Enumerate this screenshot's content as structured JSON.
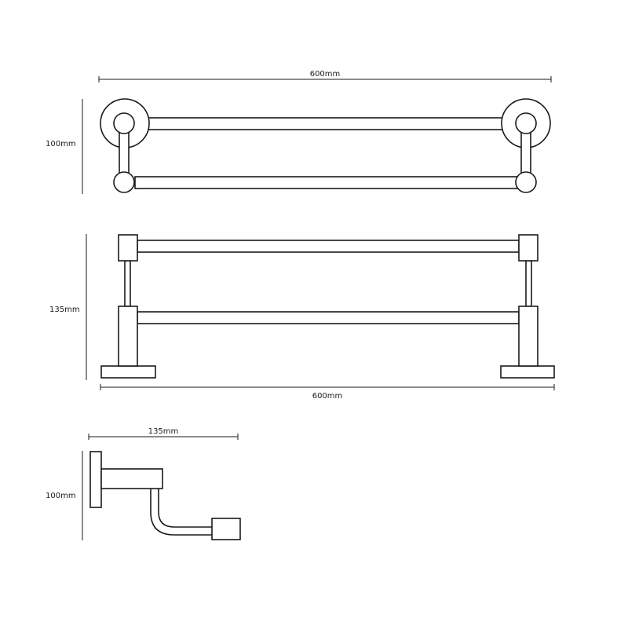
{
  "views": {
    "top": {
      "width_label": "600mm",
      "height_label": "100mm"
    },
    "front": {
      "height_label": "135mm",
      "width_label": "600mm"
    },
    "side": {
      "width_label": "135mm",
      "height_label": "100mm"
    }
  },
  "colors": {
    "line": "#1a1a1a",
    "background": "#ffffff"
  }
}
